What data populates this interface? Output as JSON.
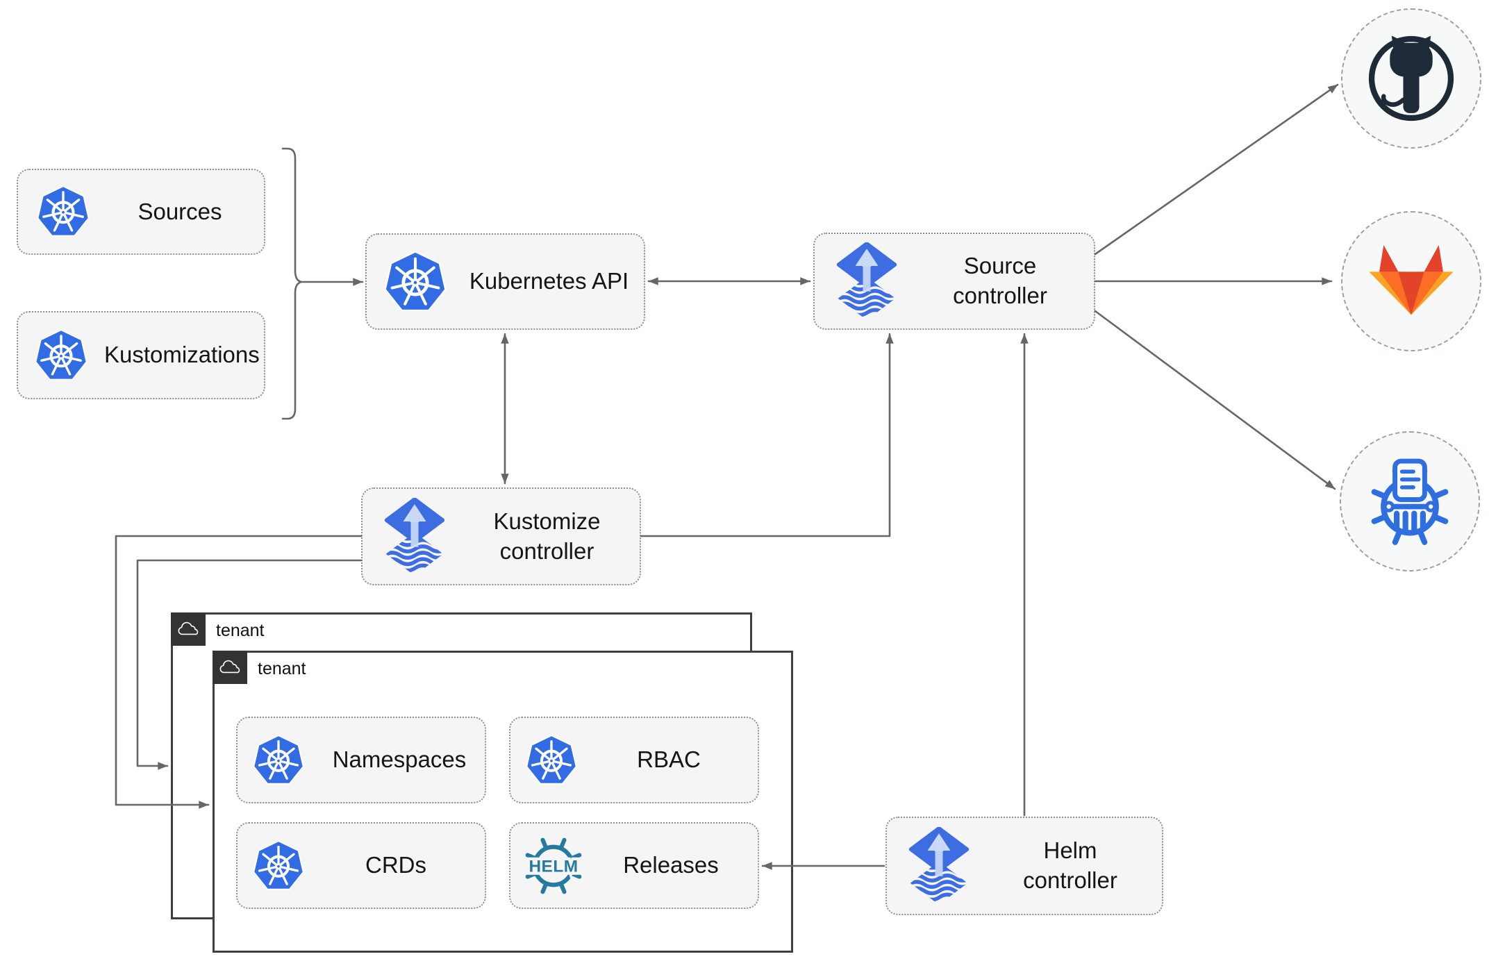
{
  "page": {
    "background": "#ffffff"
  },
  "nodes": {
    "sources": {
      "label": "Sources"
    },
    "kustomizations": {
      "label": "Kustomizations"
    },
    "kubernetes_api": {
      "label": "Kubernetes API"
    },
    "source_controller": {
      "label": "Source controller"
    },
    "kustomize_controller": {
      "label": "Kustomize controller"
    },
    "helm_controller": {
      "label": "Helm controller"
    },
    "namespaces": {
      "label": "Namespaces"
    },
    "rbac": {
      "label": "RBAC"
    },
    "crds": {
      "label": "CRDs"
    },
    "releases": {
      "label": "Releases"
    }
  },
  "tenants": {
    "back": {
      "label": "tenant"
    },
    "front": {
      "label": "tenant"
    }
  },
  "logos": {
    "helm_text": "HELM"
  },
  "endpoints": {
    "github": "github-logo",
    "gitlab": "gitlab-logo",
    "chartmuseum": "chartmuseum-logo"
  },
  "icons": [
    "kubernetes-icon",
    "flux-icon",
    "helm-icon",
    "cloud-icon",
    "github-icon",
    "gitlab-icon",
    "chartmuseum-icon"
  ],
  "colors": {
    "kubernetes_blue": "#326CE5",
    "flux_blue": "#3D6DE0",
    "flux_arrow_light": "#C9D9F6",
    "helm_teal": "#277A9F",
    "github_dark": "#1E2A38",
    "gitlab_red": "#E24329",
    "gitlab_orange": "#FC6D26",
    "gitlab_amber": "#FCA326",
    "chartmuseum_blue": "#2F6EE0",
    "connector_gray": "#666666",
    "node_fill": "#F5F5F5",
    "tenant_border": "#3F3F3F"
  }
}
